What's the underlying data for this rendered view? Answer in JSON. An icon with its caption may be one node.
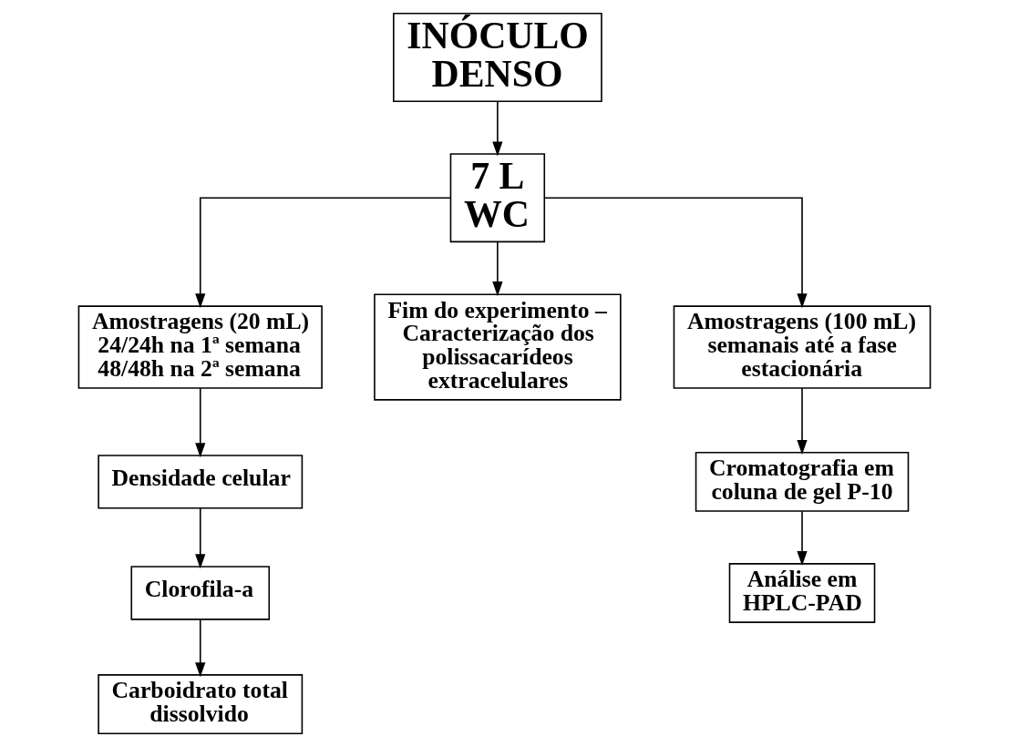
{
  "diagram": {
    "nodes": [
      {
        "text": [
          "INÓCULO DENSO"
        ]
      },
      {
        "text": [
          "7 L WC"
        ]
      },
      {
        "text": [
          "Amostragens (20 mL) 24/24h na 1ª semana 48/48h na 2ª semana"
        ]
      },
      {
        "text": [
          "Densidade celular"
        ]
      },
      {
        "text": [
          "Clorofila-a"
        ]
      },
      {
        "text": [
          "Carboidrato total dissolvido"
        ]
      },
      {
        "text": [
          "Fim do experimento – Caracterização dos polissacarídeos extracelulares"
        ]
      },
      {
        "text": [
          "Amostragens (100 mL) semanais até a fase estacionária"
        ]
      },
      {
        "text": [
          "Cromatografia em coluna de gel P-10"
        ]
      },
      {
        "text": [
          "Análise em HPLC-PAD"
        ]
      }
    ],
    "edges": [
      {
        "from": 0,
        "to": 1,
        "arrow": "to"
      },
      {
        "from": 1,
        "to": 2,
        "arrow": "to"
      },
      {
        "from": 1,
        "to": 6,
        "arrow": "to"
      },
      {
        "from": 1,
        "to": 7,
        "arrow": "to"
      },
      {
        "from": 2,
        "to": 3,
        "arrow": "to"
      },
      {
        "from": 3,
        "to": 4,
        "arrow": "to"
      },
      {
        "from": 4,
        "to": 5,
        "arrow": "to"
      },
      {
        "from": 7,
        "to": 8,
        "arrow": "to"
      },
      {
        "from": 8,
        "to": 9,
        "arrow": "to"
      }
    ]
  }
}
